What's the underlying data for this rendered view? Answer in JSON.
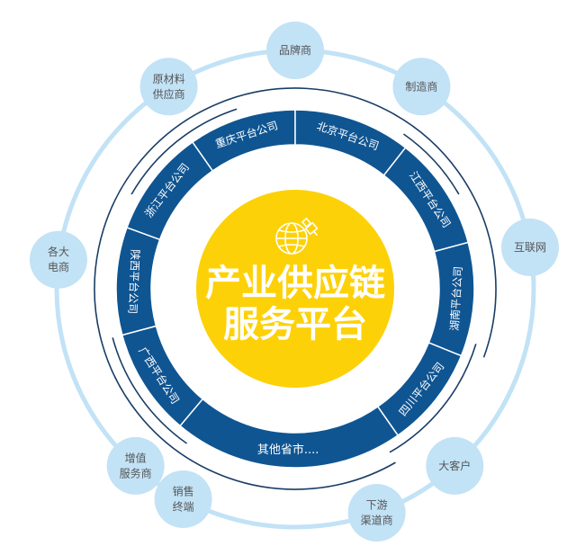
{
  "center": {
    "line1": "产业供应链",
    "line2": "服务平台",
    "icon": "globe-satellite-icon"
  },
  "segments": [
    {
      "label": "重庆平台公司"
    },
    {
      "label": "北京平台公司"
    },
    {
      "label": "江西平台公司"
    },
    {
      "label": "湖南平台公司"
    },
    {
      "label": "四川平台公司"
    },
    {
      "label": "其他省市...."
    },
    {
      "label": "广西平台公司"
    },
    {
      "label": "陕西平台公司"
    },
    {
      "label": "浙江平台公司"
    }
  ],
  "partners": [
    {
      "lines": [
        "品牌商"
      ]
    },
    {
      "lines": [
        "制造商"
      ]
    },
    {
      "lines": [
        "互联网"
      ]
    },
    {
      "lines": [
        "大客户"
      ]
    },
    {
      "lines": [
        "下游",
        "渠道商"
      ]
    },
    {
      "lines": [
        "销售",
        "终端"
      ]
    },
    {
      "lines": [
        "增值",
        "服务商"
      ]
    },
    {
      "lines": [
        "各大",
        "电商"
      ]
    },
    {
      "lines": [
        "原材料",
        "供应商"
      ]
    }
  ],
  "colors": {
    "ring": "#0f5592",
    "bubble": "#c2e2f6",
    "yellow": "#fdd108",
    "thin_arc": "#1a3d66"
  }
}
